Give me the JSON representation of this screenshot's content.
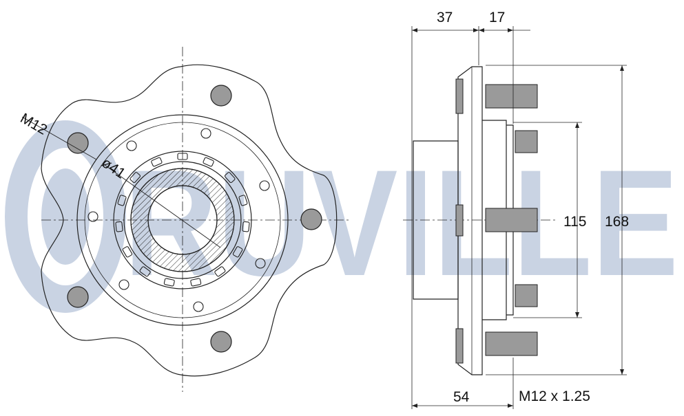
{
  "watermark": {
    "text": "RUVILLE",
    "color": "#c9d3e3"
  },
  "colors": {
    "line": "#222222",
    "stud_fill": "#9a9a9a",
    "background": "#ffffff"
  },
  "front_view": {
    "thread_label": "M12",
    "bore_label": "ø41"
  },
  "side_view": {
    "dim_top_left": "37",
    "dim_top_right": "17",
    "dim_pcd": "115",
    "dim_outer": "168",
    "dim_length": "54",
    "thread_spec": "M12 x 1.25"
  }
}
